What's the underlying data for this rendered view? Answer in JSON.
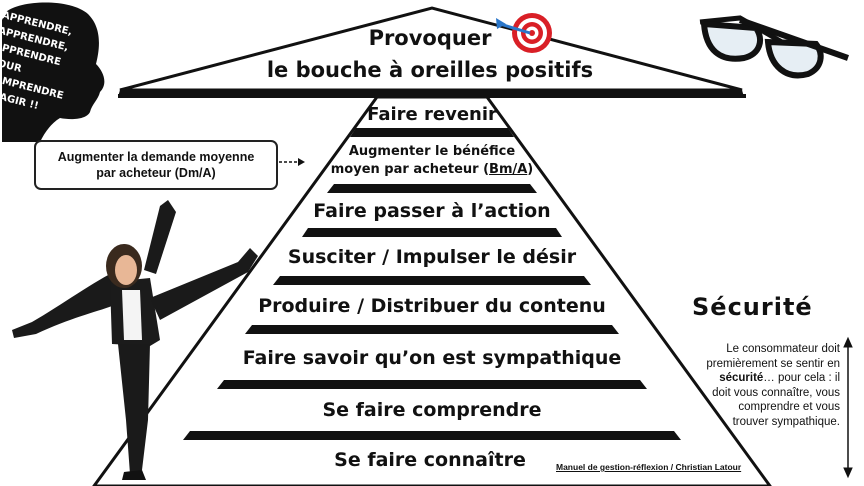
{
  "roof": {
    "line1": "Provoquer",
    "line2": "le bouche à oreilles positifs"
  },
  "levels": [
    "Faire revenir",
    "Augmenter le bénéfice",
    "Faire passer à l’action",
    "Susciter / Impulser le désir",
    "Produire / Distribuer du contenu",
    "Faire savoir qu’on est sympathique",
    "Se faire comprendre",
    "Se faire connaître"
  ],
  "level2_line2_prefix": "moyen par acheteur (",
  "level2_line2_code": "Bm/A",
  "level2_line2_suffix": ")",
  "callout": {
    "line1": "Augmenter la demande moyenne",
    "line2": "par acheteur (Dm/A)"
  },
  "securite_title": "Sécurité",
  "side_text": {
    "a": "Le consommateur doit premièrement se sentir en ",
    "b": "sécurité",
    "c": "… pour cela : il doit vous connaître, vous comprendre et vous trouver sympathique."
  },
  "credit": "Manuel de gestion-réflexion / Christian Latour",
  "head_text": [
    "APPRENDRE,",
    "APPRENDRE,",
    "APPRENDRE POUR",
    "COMPRENDRE",
    "ET AGIR !!"
  ],
  "icons": [
    "target-icon",
    "glasses-icon",
    "head-silhouette-icon",
    "businesswoman-figure"
  ]
}
